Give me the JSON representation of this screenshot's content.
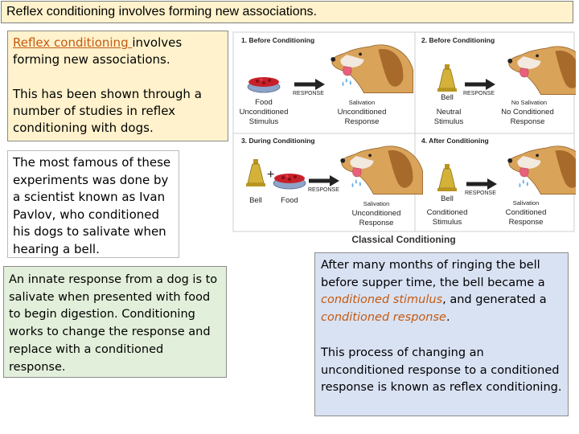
{
  "title": "Reflex conditioning involves forming new associations.",
  "box1": {
    "link_text": "Reflex conditioning ",
    "rest_text": "involves forming new associations.",
    "para2": "This has been shown through a number of studies in reflex conditioning with dogs."
  },
  "box2": {
    "text": "The most famous of these experiments was done by a scientist known as Ivan Pavlov, who conditioned his dogs to salivate when hearing a bell."
  },
  "box3": {
    "text": "An innate response from a dog is to salivate when presented with food to begin digestion.  Conditioning works to change the response and replace with a conditioned response."
  },
  "box4": {
    "p1_a": "After many months of ringing the bell before supper time, the bell became a ",
    "p1_em1": "conditioned stimulus",
    "p1_b": ", and generated a ",
    "p1_em2": "conditioned response",
    "p1_c": ".",
    "p2": "This process of changing an unconditioned response to a conditioned response is known as reflex conditioning."
  },
  "diagram": {
    "caption": "Classical Conditioning",
    "response_label": "RESPONSE",
    "panels": [
      {
        "heading": "1. Before Conditioning",
        "stim_label": "Food",
        "stim_sub1": "Unconditioned",
        "stim_sub2": "Stimulus",
        "resp_label": "Salivation",
        "resp_sub1": "Unconditioned",
        "resp_sub2": "Response"
      },
      {
        "heading": "2. Before Conditioning",
        "stim_label": "Bell",
        "stim_sub1": "Neutral",
        "stim_sub2": "Stimulus",
        "resp_label": "No Salivation",
        "resp_sub1": "No Conditioned",
        "resp_sub2": "Response"
      },
      {
        "heading": "3. During Conditioning",
        "stim_label": "Bell",
        "stim_label2": "Food",
        "resp_label": "Salivation",
        "resp_sub1": "Unconditioned",
        "resp_sub2": "Response"
      },
      {
        "heading": "4. After Conditioning",
        "stim_label": "Bell",
        "stim_sub1": "Conditioned",
        "stim_sub2": "Stimulus",
        "resp_label": "Salivation",
        "resp_sub1": "Conditioned",
        "resp_sub2": "Response"
      }
    ]
  }
}
